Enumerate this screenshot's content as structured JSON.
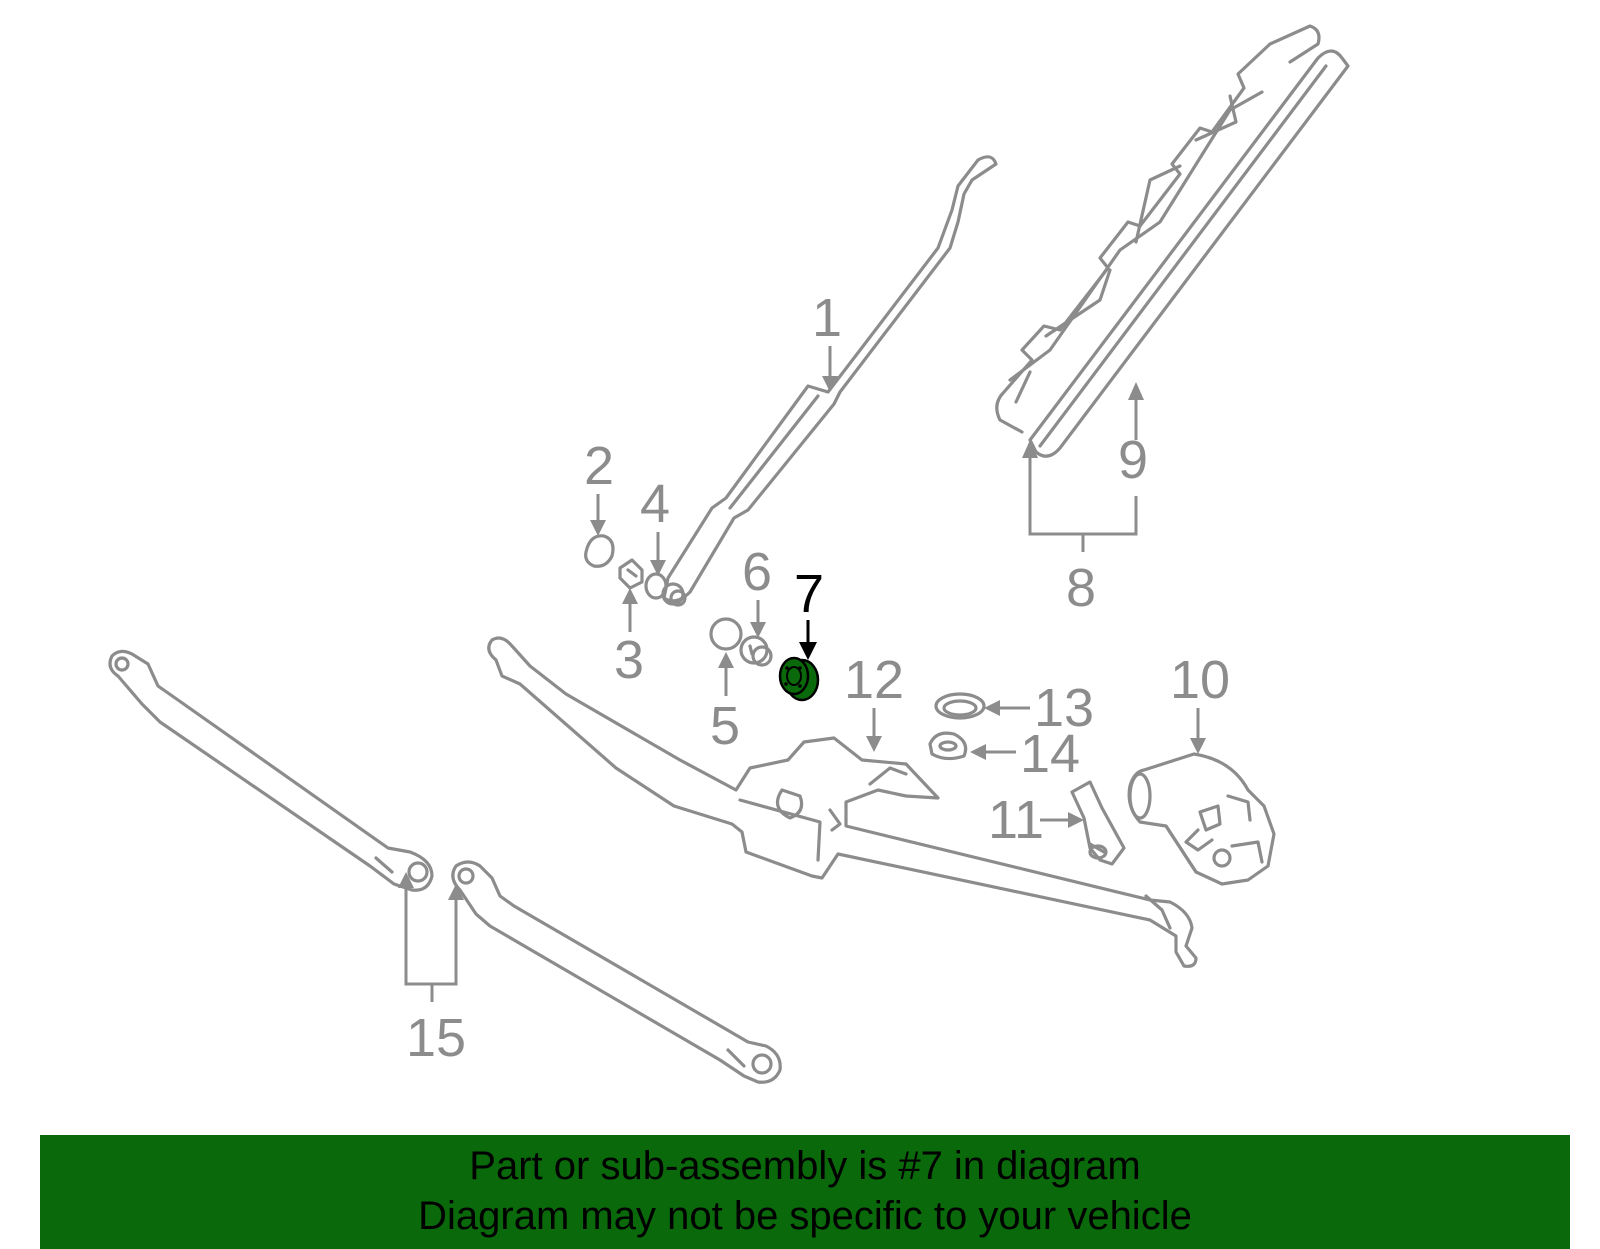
{
  "diagram": {
    "callouts": [
      {
        "id": "1",
        "label": "1",
        "active": false
      },
      {
        "id": "2",
        "label": "2",
        "active": false
      },
      {
        "id": "3",
        "label": "3",
        "active": false
      },
      {
        "id": "4",
        "label": "4",
        "active": false
      },
      {
        "id": "5",
        "label": "5",
        "active": false
      },
      {
        "id": "6",
        "label": "6",
        "active": false
      },
      {
        "id": "7",
        "label": "7",
        "active": true
      },
      {
        "id": "8",
        "label": "8",
        "active": false
      },
      {
        "id": "9",
        "label": "9",
        "active": false
      },
      {
        "id": "10",
        "label": "10",
        "active": false
      },
      {
        "id": "11",
        "label": "11",
        "active": false
      },
      {
        "id": "12",
        "label": "12",
        "active": false
      },
      {
        "id": "13",
        "label": "13",
        "active": false
      },
      {
        "id": "14",
        "label": "14",
        "active": false
      },
      {
        "id": "15",
        "label": "15",
        "active": false
      }
    ],
    "colors": {
      "part_line": "#8c8c8c",
      "highlight_part": "#0a690a",
      "active_callout": "#000000",
      "banner_bg": "#0a690a"
    }
  },
  "banner": {
    "line1": "Part or sub-assembly is #7 in diagram",
    "line2": "Diagram may not be specific to your vehicle"
  }
}
